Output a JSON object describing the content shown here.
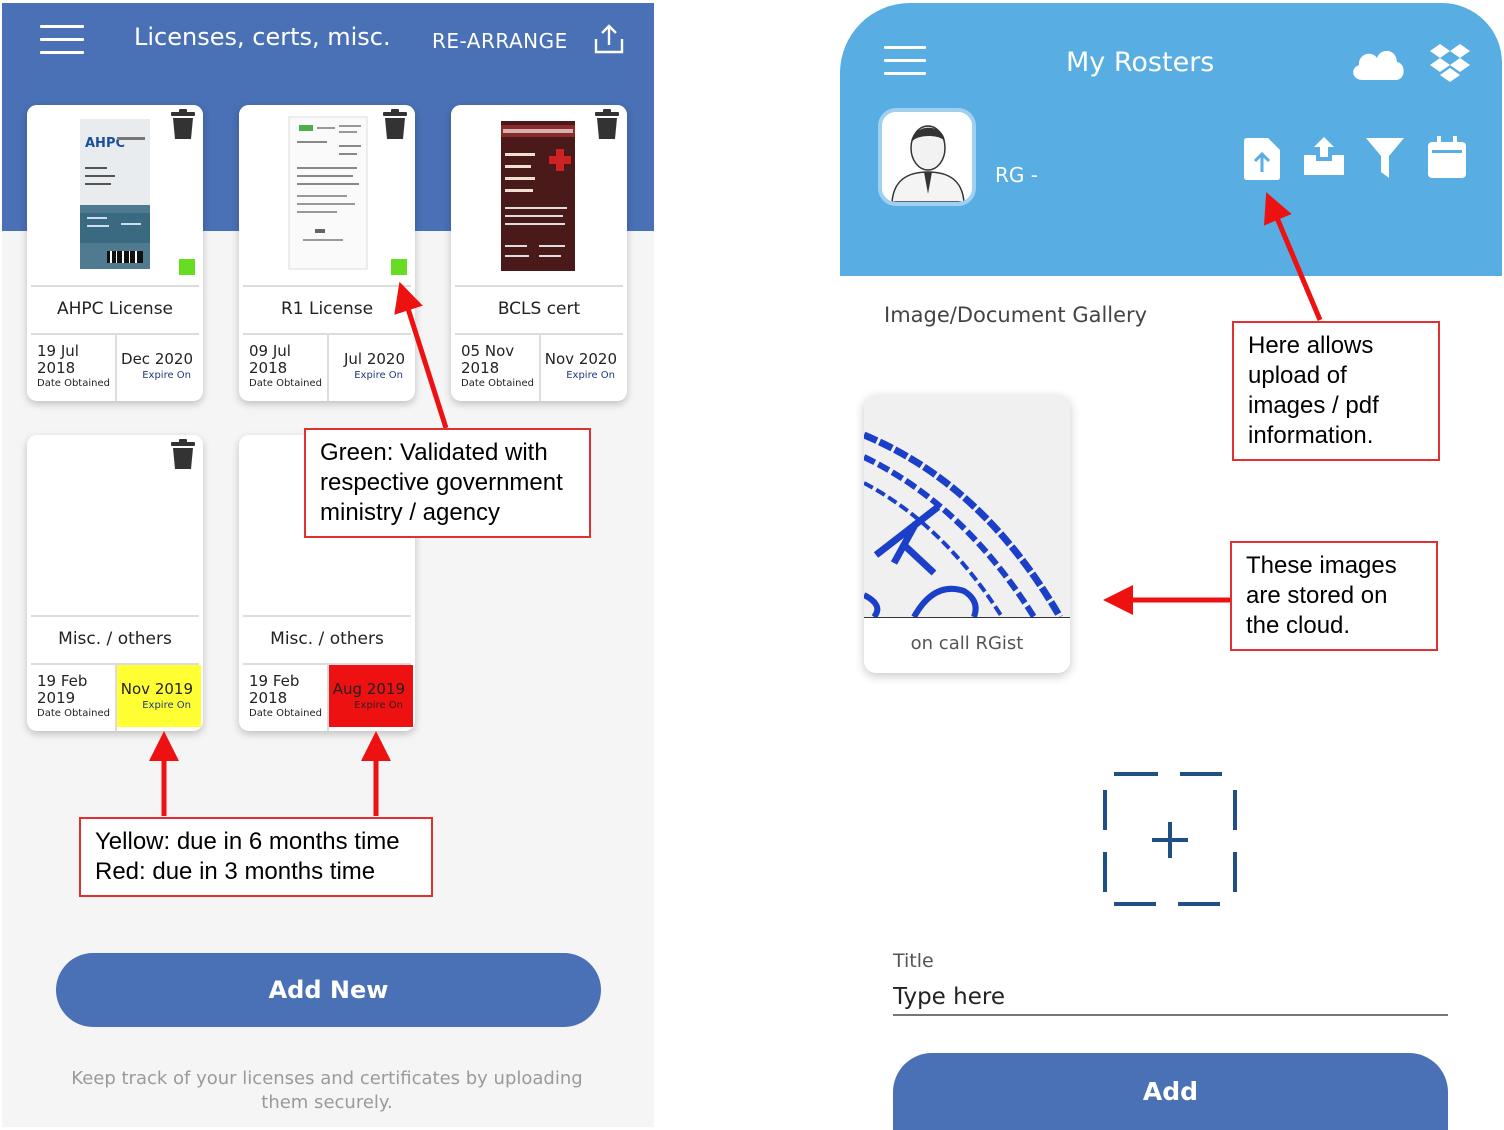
{
  "left_screen": {
    "title": "Licenses, certs, misc.",
    "rearrange_label": "RE-ARRANGE",
    "cards": [
      {
        "title": "AHPC License",
        "date_obtained": "19 Jul\n2018",
        "date_obtained_label": "Date Obtained",
        "expire": "Dec 2020",
        "expire_label": "Expire On",
        "status": "validated"
      },
      {
        "title": "R1 License",
        "date_obtained": "09 Jul\n2018",
        "date_obtained_label": "Date Obtained",
        "expire": "Jul 2020",
        "expire_label": "Expire On",
        "status": "validated"
      },
      {
        "title": "BCLS cert",
        "date_obtained": "05 Nov\n2018",
        "date_obtained_label": "Date Obtained",
        "expire": "Nov 2020",
        "expire_label": "Expire On",
        "status": "none"
      },
      {
        "title": "Misc. / others",
        "date_obtained": "19 Feb\n2019",
        "date_obtained_label": "Date Obtained",
        "expire": "Nov 2019",
        "expire_label": "Expire On",
        "status": "due-6-months"
      },
      {
        "title": "Misc. / others",
        "date_obtained": "19 Feb\n2018",
        "date_obtained_label": "Date Obtained",
        "expire": "Aug 2019",
        "expire_label": "Expire On",
        "status": "due-3-months"
      }
    ],
    "add_new_label": "Add New",
    "footer_text": "Keep track of your licenses and certificates by uploading them securely."
  },
  "right_screen": {
    "title": "My Rosters",
    "user_label": "RG -",
    "header_icons": [
      "menu-icon",
      "cloud-icon",
      "dropbox-icon",
      "file-upload-icon",
      "tray-upload-icon",
      "filter-icon",
      "calendar-icon"
    ],
    "gallery_title": "Image/Document Gallery",
    "gallery_items": [
      {
        "caption": "on call RGist"
      }
    ],
    "title_field_label": "Title",
    "title_field_placeholder": "Type here",
    "add_label": "Add"
  },
  "annotations": {
    "green": "Green: Validated with\nrespective government\nministry / agency",
    "yellow_red": "Yellow: due in 6 months time\nRed: due in 3 months time",
    "upload": "Here allows\nupload of\nimages / pdf\ninformation.",
    "cloud": "These images\nare stored on\nthe cloud."
  },
  "colors": {
    "left_header": "#4a70b5",
    "right_header": "#58ade2",
    "validated": "#66dd22",
    "due_6_months": "#ffff33",
    "due_3_months": "#ee1111",
    "callout_border": "#e03030",
    "arrow": "#ee1111"
  }
}
